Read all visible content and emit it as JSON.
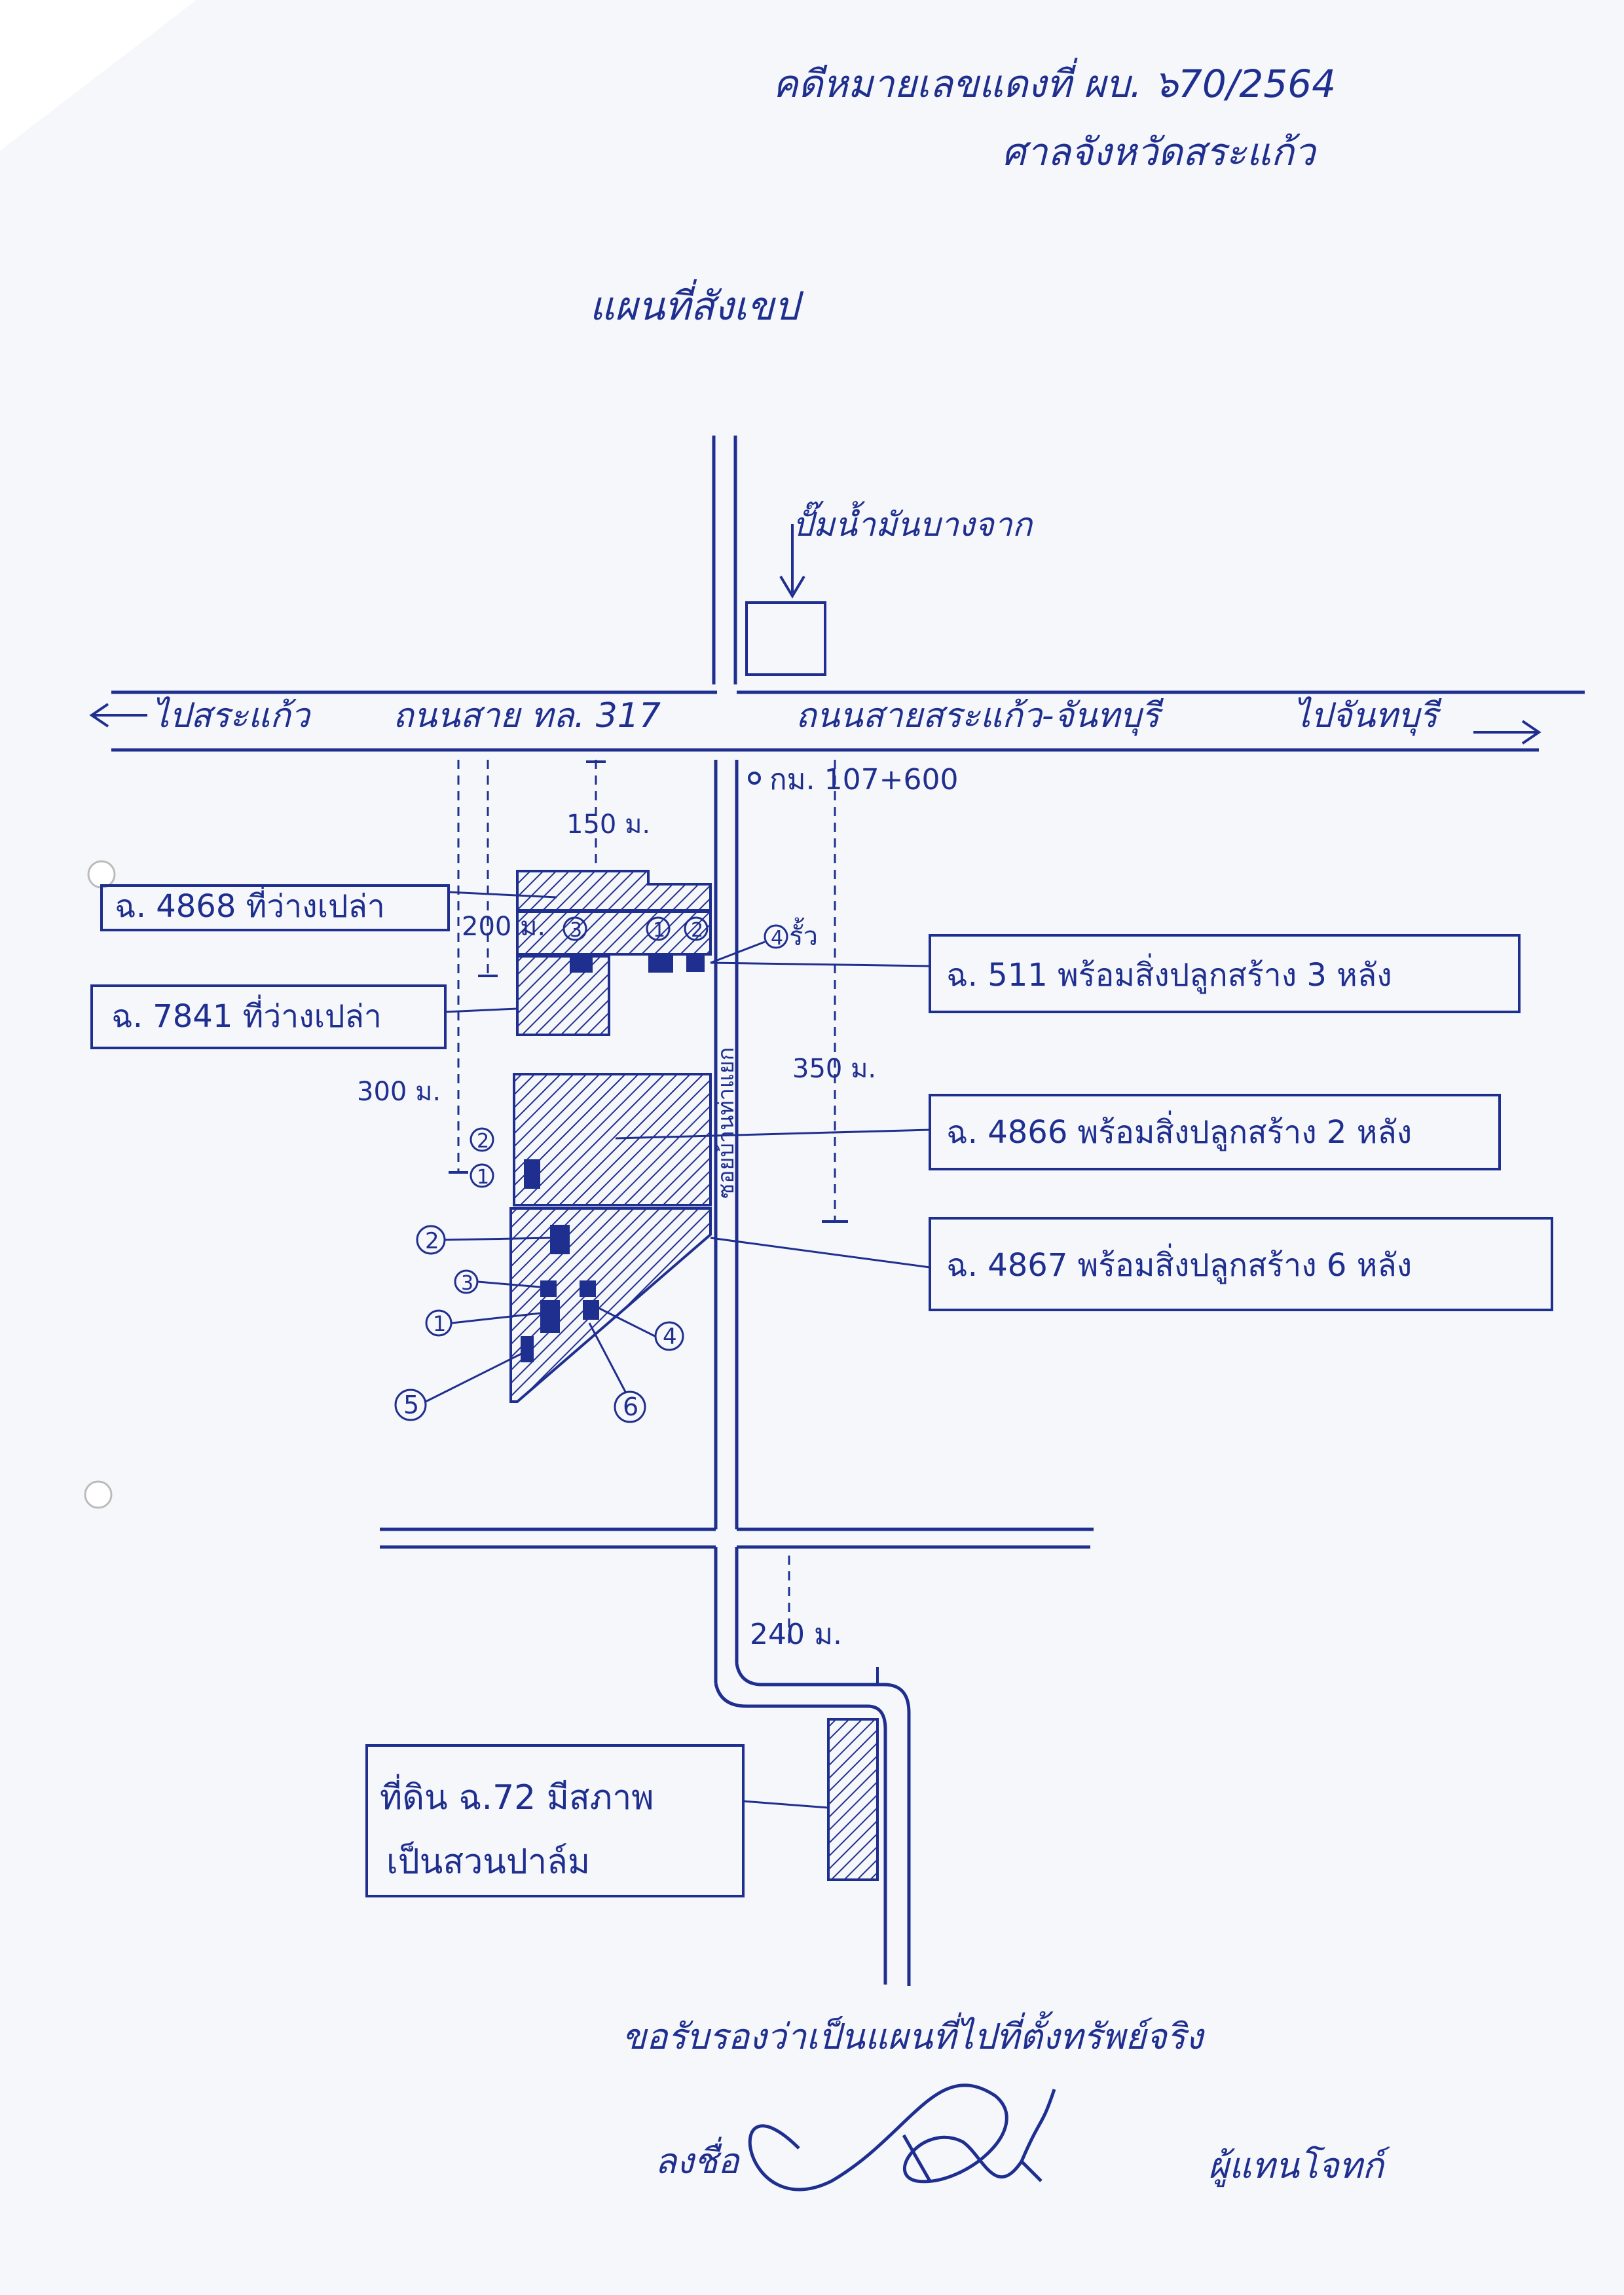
{
  "header": {
    "case_no": "คดีหมายเลขแดงที่ ผบ. ๖70/2564",
    "court": "ศาลจังหวัดสระแก้ว"
  },
  "title": "แผนที่สังเขป",
  "gas_station": "ปั๊มน้ำมันบางจาก",
  "roads": {
    "to_left": "ไปสระแก้ว",
    "left_name": "ถนนสาย ทล. 317",
    "right_name": "ถนนสายสระแก้ว-จันทบุรี",
    "to_right": "ไปจันทบุรี",
    "km_marker": "กม. 107+600",
    "soi": "ซอยบ้านท่าแยก"
  },
  "distances": {
    "d150": "150 ม.",
    "d200": "200 ม.",
    "d300": "300 ม.",
    "d350": "350 ม.",
    "d240": "240 ม."
  },
  "boxes": {
    "b4868": "ฉ. 4868 ที่ว่างเปล่า",
    "b7841": "ฉ. 7841 ที่ว่างเปล่า",
    "b511": "ฉ. 511 พร้อมสิ่งปลูกสร้าง 3 หลัง",
    "b4866": "ฉ. 4866 พร้อมสิ่งปลูกสร้าง 2 หลัง",
    "b4867": "ฉ. 4867 พร้อมสิ่งปลูกสร้าง 6 หลัง",
    "b72_line1": "ที่ดิน ฉ.72 มีสภาพ",
    "b72_line2": "เป็นสวนปาล์ม"
  },
  "markers": {
    "m1": "1",
    "m2": "2",
    "m3": "3",
    "m4": "4",
    "m5": "5",
    "m6": "6",
    "fence": "รั้ว"
  },
  "footer": {
    "certify": "ขอรับรองว่าเป็นแผนที่ไปที่ตั้งทรัพย์จริง",
    "sign": "ลงชื่อ",
    "role": "ผู้แทนโจทก์"
  },
  "colors": {
    "ink": "#1f2f8f",
    "paper": "#f6f7fa"
  }
}
